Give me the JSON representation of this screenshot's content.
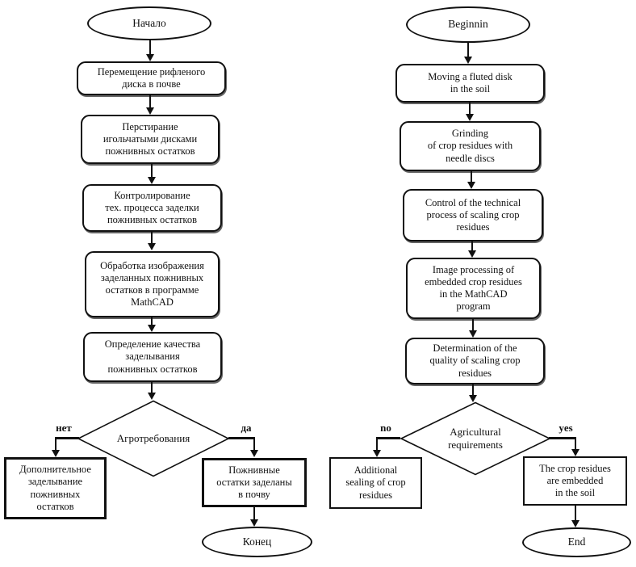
{
  "figure": {
    "type": "flowchart",
    "background_color": "#ffffff",
    "line_color": "#111111"
  },
  "left_chart": {
    "language": "russian",
    "start_label": "Начало",
    "steps": [
      "Перемещение рифленого\nдиска в почве",
      "Перстирание\nигольчатыми дисками\nпожнивных остатков",
      "Контролирование\nтех. процесса заделки\nпожнивных остатков",
      "Обработка изображения\nзаделанных пожнивных\nостатков в программе\nMathCAD",
      "Определение качества\nзаделывания\nпожнивных остатков"
    ],
    "decision_label": "Агротребования",
    "no_label": "нет",
    "yes_label": "да",
    "no_result": "Дополнительное\nзаделывание\nпожнивных\nостатков",
    "yes_result": "Пожнивные\nостатки заделаны\nв почву",
    "end_label": "Конец"
  },
  "right_chart": {
    "language": "english",
    "start_label": "Beginnin",
    "steps": [
      "Moving a fluted disk\nin the soil",
      "Grinding\nof crop residues with\nneedle discs",
      "Control of the technical\nprocess of scaling crop\nresidues",
      "Image processing of\nembedded crop residues\nin the MathCAD\nprogram",
      "Determination of the\nquality of scaling crop\nresidues"
    ],
    "decision_label": "Agricultural\nrequirements",
    "no_label": "no",
    "yes_label": "yes",
    "no_result": "Additional\nsealing of crop\nresidues",
    "yes_result": "The crop residues\nare embedded\nin the soil",
    "end_label": "End"
  }
}
